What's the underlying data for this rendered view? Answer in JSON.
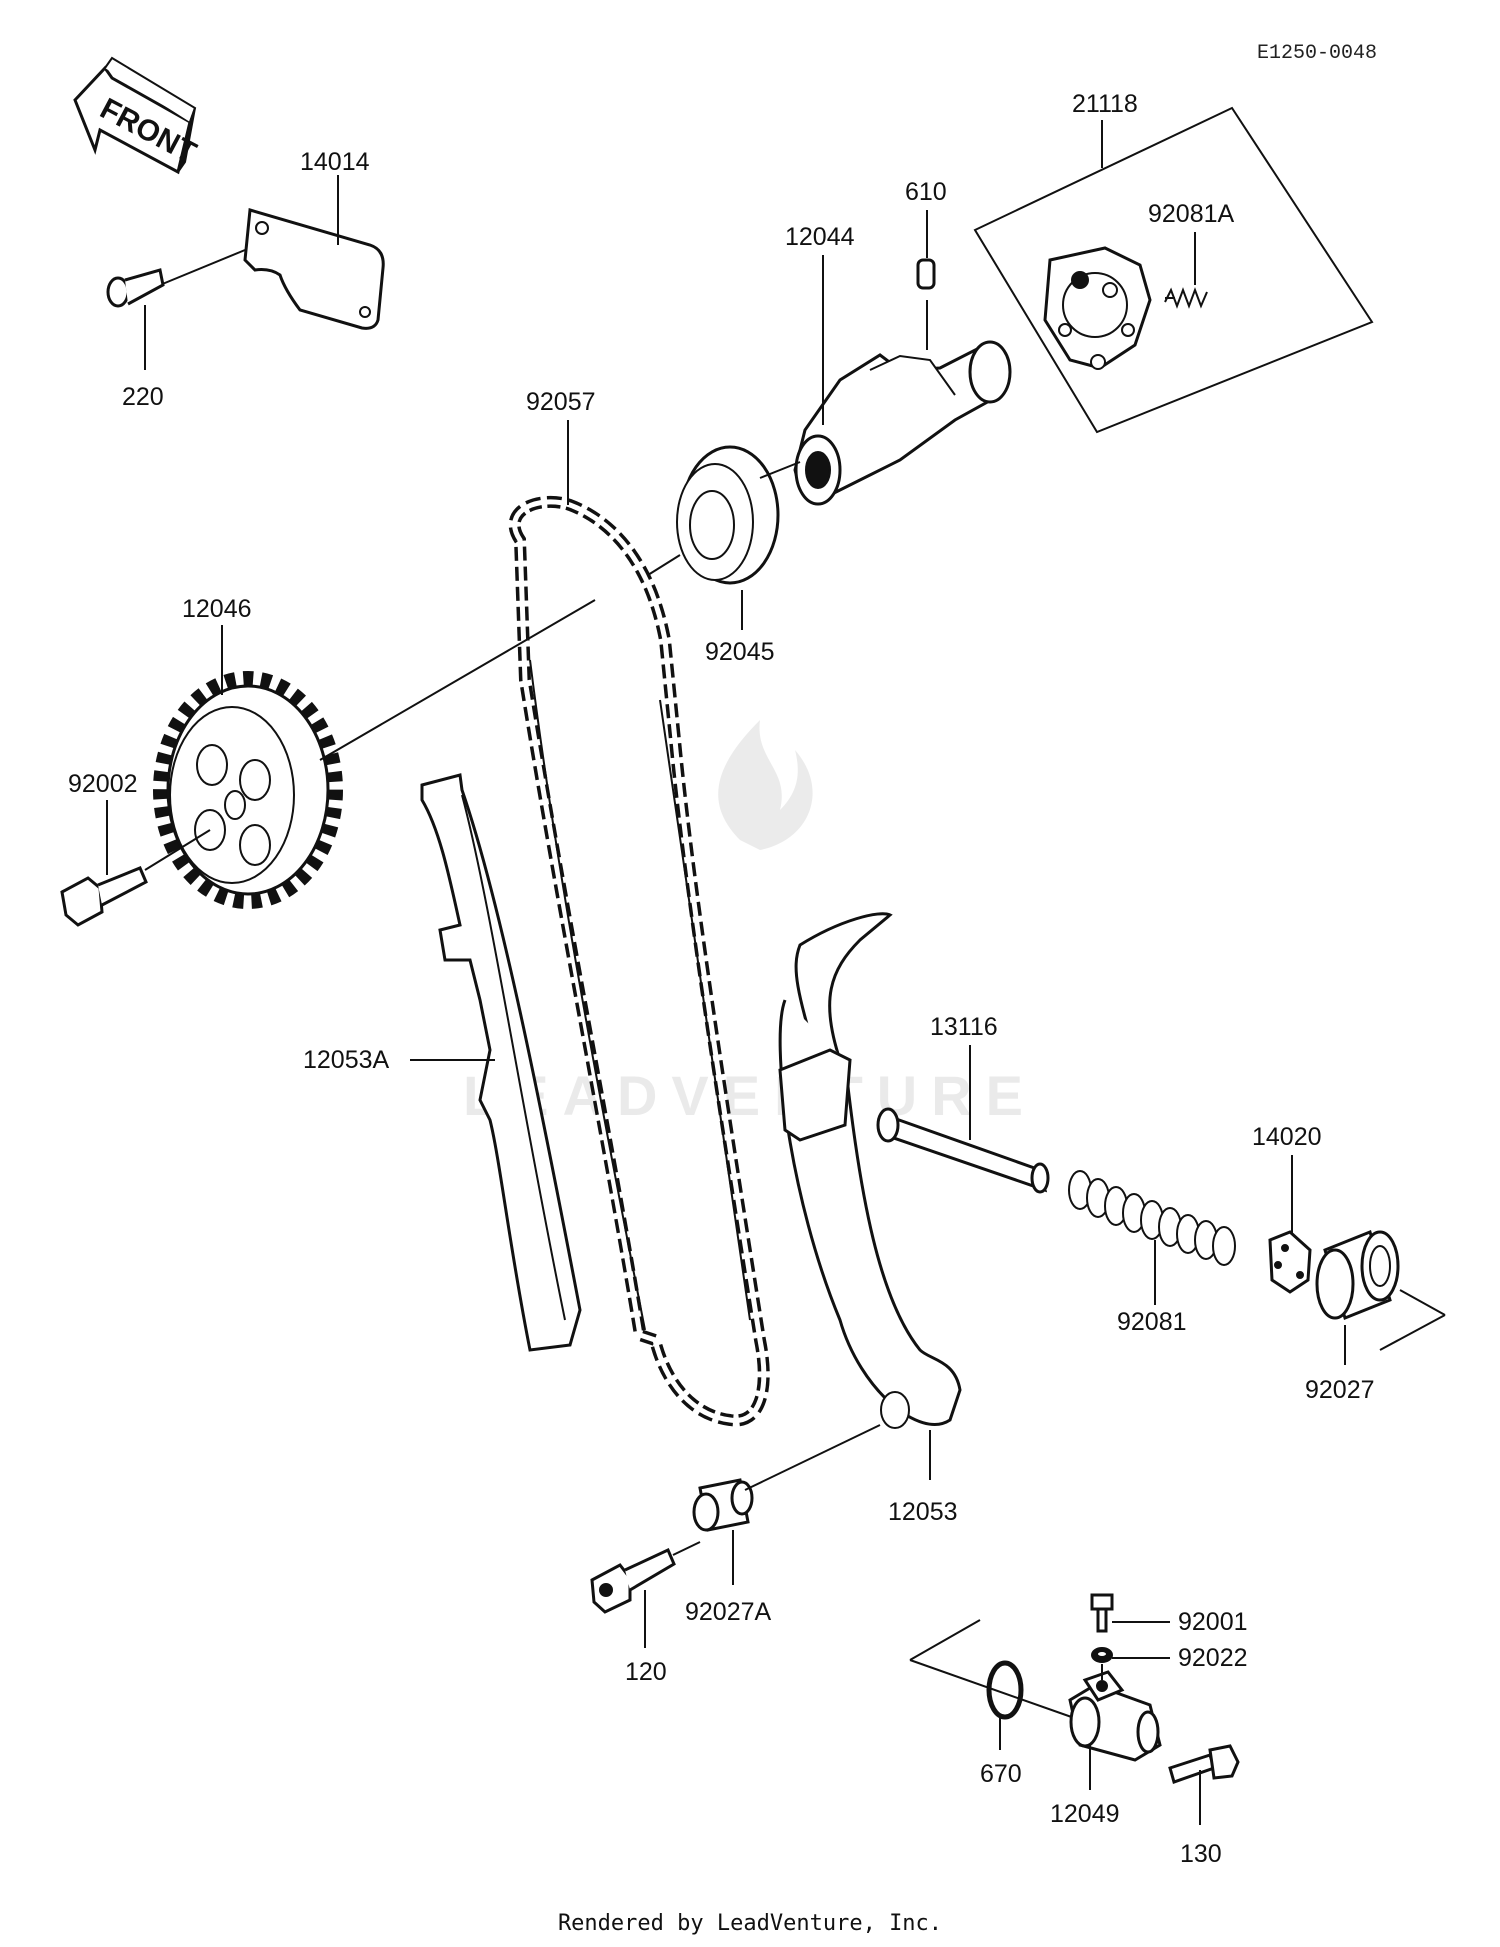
{
  "diagram": {
    "drawing_code": "E1250-0048",
    "front_arrow_label": "FRONT",
    "footer": "Rendered by LeadVenture, Inc.",
    "watermark": "LEADVENTURE",
    "part_labels": {
      "p21118": "21118",
      "p14014": "14014",
      "p610": "610",
      "p92081A": "92081A",
      "p12044": "12044",
      "p220": "220",
      "p92057": "92057",
      "p12046": "12046",
      "p92045": "92045",
      "p92002": "92002",
      "p12053A": "12053A",
      "p13116": "13116",
      "p14020": "14020",
      "p92081": "92081",
      "p92027": "92027",
      "p12053": "12053",
      "p120": "120",
      "p92027A": "92027A",
      "p92001": "92001",
      "p92022": "92022",
      "p670": "670",
      "p12049": "12049",
      "p130": "130"
    }
  }
}
